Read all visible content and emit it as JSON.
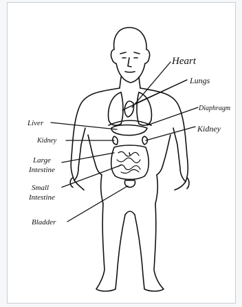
{
  "diagram": {
    "labels": {
      "heart": "Heart",
      "lungs": "Lungs",
      "diaphragm": "Diaphragm",
      "kidney_right": "Kidney",
      "liver": "Liver",
      "kidney_left": "Kidney",
      "large_intestine_1": "Large",
      "large_intestine_2": "Intestine",
      "small_intestine_1": "Small",
      "small_intestine_2": "Intestine",
      "bladder": "Bladder"
    },
    "colors": {
      "ink": "#111111",
      "paper": "#ffffff",
      "border": "#c9cdd2",
      "background": "#f6f7f9"
    }
  }
}
